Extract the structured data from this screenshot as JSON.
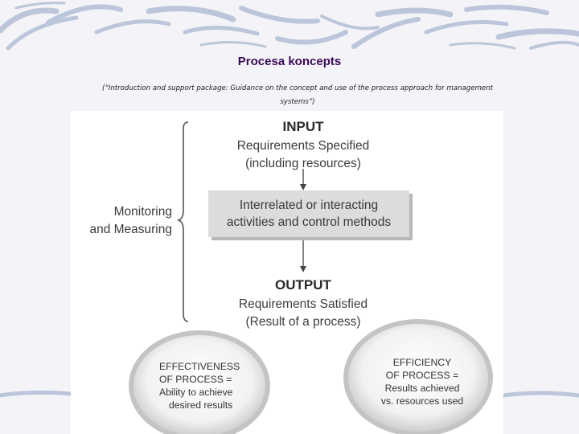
{
  "slide": {
    "title": "Procesa koncepts",
    "caption_line1": "(“Introduction and support package: Guidance on the concept and use of the process approach for management",
    "caption_line2": "systems”)"
  },
  "diagram": {
    "input": {
      "heading": "INPUT",
      "line1": "Requirements Specified",
      "line2": "(including resources)"
    },
    "process_box": {
      "line1": "Interrelated or interacting",
      "line2": "activities and control methods"
    },
    "output": {
      "heading": "OUTPUT",
      "line1": "Requirements Satisfied",
      "line2": "(Result of a process)"
    },
    "monitoring": {
      "line1": "Monitoring",
      "line2": "and Measuring"
    },
    "effectiveness": {
      "line1": "EFFECTIVENESS",
      "line2": "OF PROCESS =",
      "line3": "Ability to achieve",
      "line4": "desired results"
    },
    "efficiency": {
      "line1": "EFFICIENCY",
      "line2": "OF PROCESS =",
      "line3": "Results achieved",
      "line4": "vs. resources used"
    }
  },
  "colors": {
    "title": "#3a0a55",
    "background": "#f4f4f8",
    "stroke_pattern": "#b8c4d8",
    "box_fill": "#dcdcdc"
  }
}
